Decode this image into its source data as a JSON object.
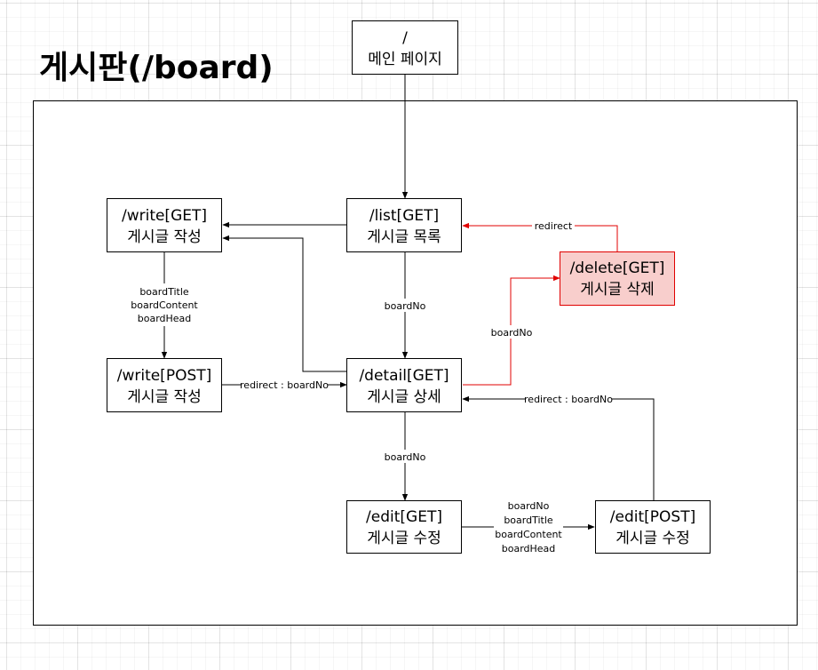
{
  "title": "게시판(/board)",
  "colors": {
    "node_border": "#000000",
    "node_fill": "#ffffff",
    "delete_fill": "#f8cecc",
    "delete_border": "#e00000",
    "red_edge": "#e00000"
  },
  "nodes": {
    "main": {
      "line1": "/",
      "line2": "메인 페이지"
    },
    "write_get": {
      "line1": "/write[GET]",
      "line2": "게시글 작성"
    },
    "list_get": {
      "line1": "/list[GET]",
      "line2": "게시글 목록"
    },
    "delete_get": {
      "line1": "/delete[GET]",
      "line2": "게시글 삭제"
    },
    "write_post": {
      "line1": "/write[POST]",
      "line2": "게시글 작성"
    },
    "detail_get": {
      "line1": "/detail[GET]",
      "line2": "게시글 상세"
    },
    "edit_get": {
      "line1": "/edit[GET]",
      "line2": "게시글 수정"
    },
    "edit_post": {
      "line1": "/edit[POST]",
      "line2": "게시글 수정"
    }
  },
  "edges": {
    "write_params": [
      "boardTitle",
      "boardContent",
      "boardHead"
    ],
    "list_to_detail": "boardNo",
    "detail_to_delete": "boardNo",
    "delete_to_list": "redirect",
    "writepost_to_detail": "redirect : boardNo",
    "detail_to_edit": "boardNo",
    "edit_params": [
      "boardNo",
      "boardTitle",
      "boardContent",
      "boardHead"
    ],
    "editpost_to_detail": "redirect : boardNo"
  }
}
